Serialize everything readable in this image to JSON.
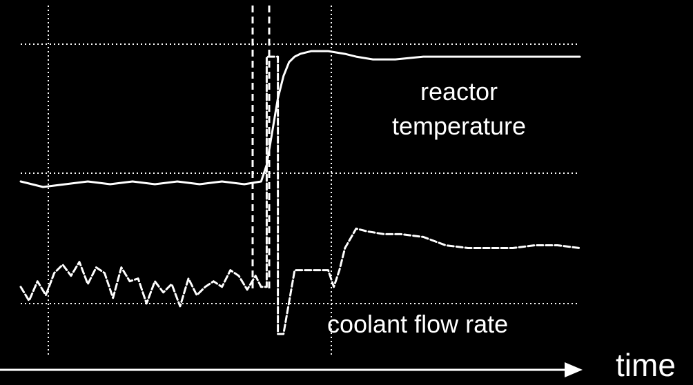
{
  "chart_data": {
    "type": "line",
    "title": "",
    "xlabel": "time",
    "ylabel": "",
    "grid": true,
    "background_color": "#000000",
    "foreground_color": "#ffffff",
    "series": [
      {
        "name": "reactor temperature",
        "line_style": "solid",
        "x": [
          0.0,
          0.04,
          0.08,
          0.12,
          0.16,
          0.2,
          0.24,
          0.28,
          0.32,
          0.36,
          0.4,
          0.43,
          0.44,
          0.45,
          0.46,
          0.47,
          0.48,
          0.49,
          0.5,
          0.52,
          0.55,
          0.58,
          0.6,
          0.63,
          0.67,
          0.72,
          0.78,
          0.85,
          0.92,
          1.0
        ],
        "values": [
          0.5,
          0.48,
          0.49,
          0.5,
          0.49,
          0.5,
          0.49,
          0.5,
          0.49,
          0.5,
          0.49,
          0.5,
          0.56,
          0.68,
          0.8,
          0.88,
          0.93,
          0.95,
          0.96,
          0.97,
          0.97,
          0.96,
          0.95,
          0.94,
          0.94,
          0.95,
          0.95,
          0.95,
          0.95,
          0.95
        ]
      },
      {
        "name": "coolant flow rate",
        "line_style": "dashed",
        "x": [
          0.0,
          0.015,
          0.03,
          0.045,
          0.06,
          0.075,
          0.09,
          0.105,
          0.12,
          0.135,
          0.15,
          0.165,
          0.18,
          0.195,
          0.21,
          0.225,
          0.24,
          0.255,
          0.27,
          0.285,
          0.3,
          0.315,
          0.33,
          0.345,
          0.36,
          0.375,
          0.39,
          0.405,
          0.42,
          0.43,
          0.435,
          0.44,
          0.44,
          0.45,
          0.46,
          0.46,
          0.47,
          0.49,
          0.51,
          0.53,
          0.55,
          0.56,
          0.57,
          0.58,
          0.6,
          0.62,
          0.65,
          0.68,
          0.72,
          0.76,
          0.8,
          0.84,
          0.88,
          0.92,
          0.96,
          1.0
        ],
        "values": [
          0.12,
          0.07,
          0.14,
          0.09,
          0.17,
          0.2,
          0.16,
          0.21,
          0.13,
          0.19,
          0.17,
          0.08,
          0.19,
          0.14,
          0.15,
          0.06,
          0.14,
          0.1,
          0.13,
          0.05,
          0.15,
          0.09,
          0.12,
          0.14,
          0.12,
          0.18,
          0.16,
          0.11,
          0.16,
          0.12,
          0.12,
          0.12,
          0.95,
          0.95,
          0.95,
          -0.05,
          -0.05,
          0.18,
          0.18,
          0.18,
          0.18,
          0.12,
          0.18,
          0.26,
          0.33,
          0.32,
          0.31,
          0.31,
          0.3,
          0.27,
          0.26,
          0.26,
          0.26,
          0.27,
          0.27,
          0.26
        ]
      }
    ],
    "annotations": [
      "reactor temperature",
      "coolant flow rate"
    ],
    "xlim": [
      0,
      1
    ],
    "ylim": [
      -0.1,
      1.1
    ]
  },
  "labels": {
    "temperature_line1": "reactor",
    "temperature_line2": "temperature",
    "coolant": "coolant flow rate",
    "time": "time"
  }
}
